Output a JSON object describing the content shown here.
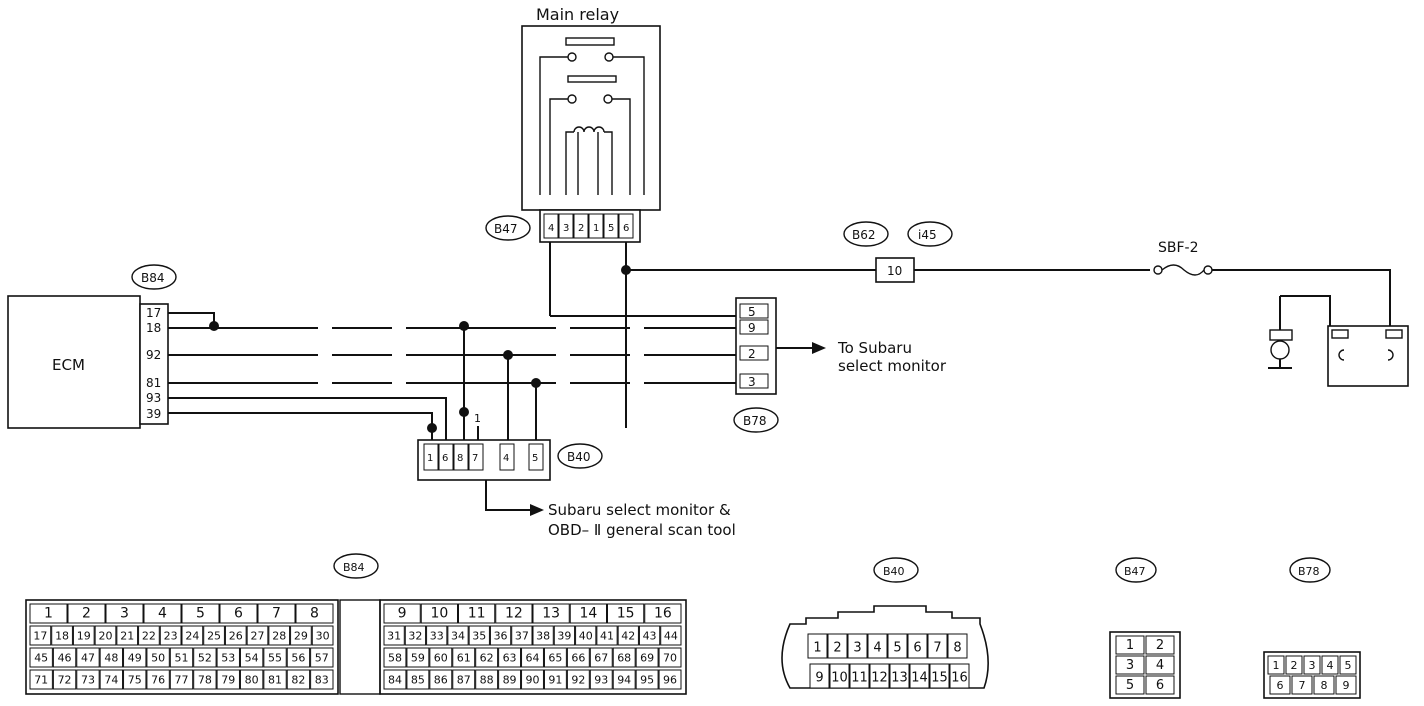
{
  "labels": {
    "main_relay": "Main relay",
    "ecm": "ECM",
    "to_subaru": [
      "To Subaru",
      "select monitor"
    ],
    "subaru_scan": [
      "Subaru select monitor &",
      "OBD– Ⅱ general scan tool"
    ],
    "sbf": "SBF-2"
  },
  "connectors": {
    "b47": "B47",
    "b84": "B84",
    "b62": "B62",
    "i45": "i45",
    "b78": "B78",
    "b40": "B40"
  },
  "pins": {
    "ecm": [
      "17",
      "18",
      "92",
      "81",
      "93",
      "39"
    ],
    "b78": [
      "5",
      "9",
      "2",
      "3"
    ],
    "b47": [
      "4",
      "3",
      "2",
      "1",
      "5",
      "6"
    ],
    "b40": [
      "1",
      "6",
      "8",
      "7",
      "4",
      "5"
    ],
    "b62": "10",
    "b40_extra": "1"
  },
  "legend": {
    "b84_title": "B84",
    "b40_title": "B40",
    "b47_title": "B47",
    "b78_title": "B78",
    "b84_rows": [
      [
        "1",
        "2",
        "3",
        "4",
        "5",
        "6",
        "7",
        "8",
        "9",
        "10",
        "11",
        "12",
        "13",
        "14",
        "15",
        "16"
      ],
      [
        "17",
        "18",
        "19",
        "20",
        "21",
        "22",
        "23",
        "24",
        "25",
        "26",
        "27",
        "28",
        "29",
        "30",
        "31",
        "32",
        "33",
        "34",
        "35",
        "36",
        "37",
        "38",
        "39",
        "40",
        "41",
        "42",
        "43",
        "44"
      ],
      [
        "45",
        "46",
        "47",
        "48",
        "49",
        "50",
        "51",
        "52",
        "53",
        "54",
        "55",
        "56",
        "57",
        "58",
        "59",
        "60",
        "61",
        "62",
        "63",
        "64",
        "65",
        "66",
        "67",
        "68",
        "69",
        "70"
      ],
      [
        "71",
        "72",
        "73",
        "74",
        "75",
        "76",
        "77",
        "78",
        "79",
        "80",
        "81",
        "82",
        "83",
        "84",
        "85",
        "86",
        "87",
        "88",
        "89",
        "90",
        "91",
        "92",
        "93",
        "94",
        "95",
        "96"
      ]
    ],
    "b40_rows": [
      [
        "1",
        "2",
        "3",
        "4",
        "5",
        "6",
        "7",
        "8"
      ],
      [
        "9",
        "10",
        "11",
        "12",
        "13",
        "14",
        "15",
        "16"
      ]
    ],
    "b47_grid": [
      "1",
      "2",
      "3",
      "4",
      "5",
      "6"
    ],
    "b78_grid": [
      "1",
      "2",
      "3",
      "4",
      "5",
      "6",
      "7",
      "8",
      "9"
    ]
  }
}
